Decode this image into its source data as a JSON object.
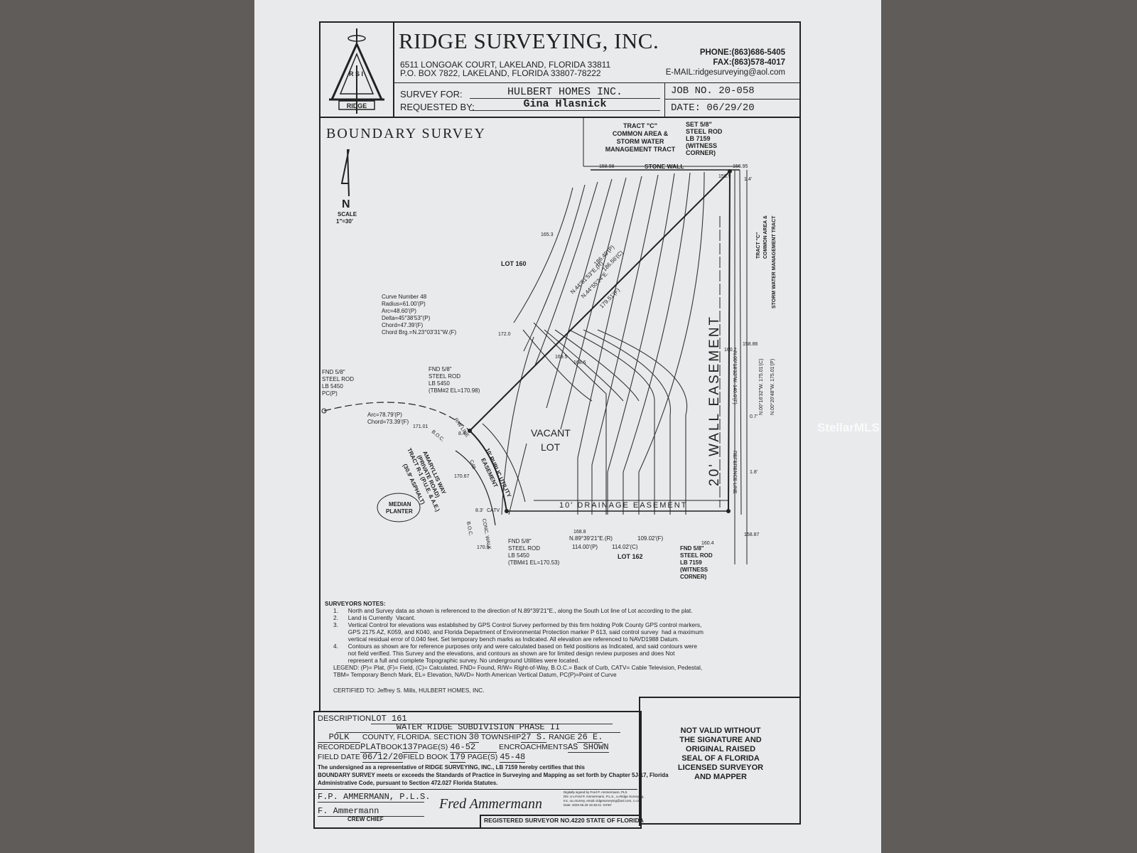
{
  "company": {
    "name": "RIDGE SURVEYING, INC.",
    "address1": "6511 LONGOAK COURT, LAKELAND, FLORIDA 33811",
    "address2": "P.O. BOX 7822, LAKELAND, FLORIDA 33807-78222",
    "phone": "PHONE:(863)686-5405",
    "fax": "FAX:(863)578-4017",
    "email": "E-MAIL:ridgesurveying@aol.com",
    "logo_word": "RIDGE",
    "logo_rs": "R S I"
  },
  "header": {
    "survey_for_label": "SURVEY FOR:",
    "survey_for": "HULBERT HOMES INC.",
    "requested_by_label": "REQUESTED BY:",
    "requested_by": "Gina Hlasnick",
    "job_no": "JOB NO. 20-058",
    "date": "DATE: 06/29/20"
  },
  "drawing": {
    "title": "BOUNDARY SURVEY",
    "north": "N",
    "scale_label": "SCALE",
    "scale": "1\"=30'",
    "tract_c_top": [
      "TRACT \"C\"",
      "COMMON AREA &",
      "STORM WATER",
      "MANAGEMENT TRACT"
    ],
    "set_rod": [
      "SET 5/8\"",
      "STEEL ROD",
      "LB 7159",
      "(WITNESS",
      "CORNER)"
    ],
    "stone_wall": "STONE WALL",
    "lot160": "LOT 160",
    "lot162": "LOT 162",
    "vacant": [
      "VACANT",
      "LOT"
    ],
    "wall_easement": "20' WALL EASEMENT",
    "drainage": "10' DRAINAGE EASEMENT",
    "reference_line": "REFERENCE LINE",
    "ref_bearing": "N.00°18'32\"W. 140.0'(F)",
    "tract_c_right": [
      "TRACT \"C\"",
      "COMMON AREA &",
      "STORM WATER MANAGEMENT TRACT"
    ],
    "right_dims": [
      "N.00°16'32\"W.  175.01'(C)",
      "N.00°20'48\"W.  175.01'(P)"
    ],
    "diag_dims": [
      "186.49'(P)",
      "186.56'(C)",
      "179.51'(F)",
      "N.44°51'53\"E.(R)",
      "N.44°55'24\"E."
    ],
    "curve": [
      "Curve Number 48",
      "Radius=61.00'(P)",
      "Arc=48.60'(P)",
      "Delta=45°38'53\"(P)",
      "Chord=47.39'(F)",
      "Chord Brg.=N.23°03'31\"W.(F)"
    ],
    "fnd_pc": [
      "FND 5/8\"",
      "STEEL ROD",
      "LB 5450",
      "PC(P)"
    ],
    "fnd_tbm2": [
      "FND 5/8\"",
      "STEEL ROD",
      "LB 5450",
      "(TBM#2 EL=170.98)"
    ],
    "fnd_tbm1": [
      "FND 5/8\"",
      "STEEL ROD",
      "LB 5450",
      "(TBM#1 EL=170.53)"
    ],
    "fnd_witness": [
      "FND 5/8\"",
      "STEEL ROD",
      "LB 7159",
      "(WITNESS",
      "CORNER)"
    ],
    "arc_chord": [
      "Arc=78.79'(P)",
      "Chord=73.39'(F)"
    ],
    "road": [
      "AMARYLLIS WAY",
      "(PRIVATE ROAD)",
      "TRACT R-1 (P.U.E. & A.E.)",
      "(30.9' ASPHALT)"
    ],
    "median": [
      "MEDIAN",
      "PLANTER"
    ],
    "pue": [
      "10' PUBLIC UTILITY",
      "EASEMENT"
    ],
    "bottom_dims": [
      "N.89°39'21\"E.(R)",
      "109.02'(F)",
      "114.00'(P)",
      "114.02'(C)"
    ],
    "labels": {
      "rw": "R/W LINE",
      "boc": "B.O.C.",
      "c48": "C48",
      "catv": "CATV",
      "conc": "CONC. WALK",
      "boc2": "B.O.C.",
      "d83": "8.3'",
      "d84": "8.4'"
    },
    "elev": [
      "158.98",
      "156.95",
      "158.9",
      "165.3",
      "172.0",
      "169.5",
      "168.6",
      "160.2",
      "158.86",
      "171.01",
      "170.67",
      "168.8",
      "170.8",
      "160.4",
      "158.87"
    ],
    "offsets": [
      "1.4'",
      "0.7'",
      "1.8'"
    ]
  },
  "notes": {
    "heading": "SURVEYORS NOTES:",
    "items": [
      "1.      North and Survey data as shown is referenced to the direction of N.89°39'21\"E., along the South Lot line of Lot according to the plat.",
      "2.      Land is Currently  Vacant.",
      "3.      Vertical Control for elevations was established by GPS Control Survey performed by this firm holding Polk County GPS control markers,",
      "         GPS 2175 AZ, K059, and K040, and Florida Department of Environmental Protection marker P 613, said control survey  had a maximum",
      "         vertical residual error of 0.040 feet. Set temporary bench marks as Indicated. All elevation are referenced to NAVD1988 Datum.",
      "4.      Contours as shown are for reference purposes only and were calculated based on field positions as Indicated, and said contours were",
      "         not field verified. This Survey and the elevations, and contours as shown are for limited design review purposes and does Not",
      "         represent a full and complete Topographic survey. No underground Utilities were located."
    ],
    "legend1": "LEGEND: (P)= Plat, (F)= Field, (C)= Calculated, FND= Found, R/W= Right-of-Way, B.O.C.= Back of Curb, CATV= Cable Television, Pedestal,",
    "legend2": "TBM= Temporary Bench Mark, EL= Elevation, NAVD= North American Vertical Datum, PC(P)=Point of Curve",
    "certified": "CERTIFIED TO: Jeffrey S. Mills, HULBERT HOMES, INC."
  },
  "description": {
    "desc_label": "DESCRIPTION",
    "desc": "LOT 161",
    "subdivision": "WATER RIDGE SUBDIVISION PHASE II",
    "county": "POLK",
    "county_rest": "COUNTY, FLORIDA.  SECTION",
    "section": "30",
    "township_label": "TOWNSHIP",
    "township": "27 S.",
    "range_label": "RANGE",
    "range": "26 E.",
    "recorded_label": "RECORDED",
    "recorded": "PLAT",
    "book_label": "BOOK",
    "book": "137",
    "pages_label": "PAGE(S)",
    "pages": "46-52",
    "encroach_label": "ENCROACHMENTS",
    "encroach": "AS SHOWN",
    "field_date_label": "FIELD DATE",
    "field_date": "06/12/20",
    "field_book_label": "FIELD BOOK",
    "field_book": "179",
    "field_pages_label": "PAGE(S)",
    "field_pages": "45-48",
    "cert1": "The undersigned as a representative of RIDGE SURVEYING, INC., LB 7159 hereby certifies that this",
    "cert2": "BOUNDARY SURVEY meets or exceeds the Standards of Practice in Surveying and Mapping as set forth by Chapter 5J-17, Florida",
    "cert3": "Administrative Code, pursuant to Section 472.027 Florida Statutes.",
    "pls": "F.P. AMMERMANN, P.L.S.",
    "crew": "F. Ammermann",
    "crew_label": "CREW CHIEF",
    "signature": "Fred Ammermann",
    "digital": [
      "Digitally signed by Fred P. Ammermann, PLS",
      "DN: cn=Fred P. Ammermann, P.L.S., o=Ridge Surveying,",
      "Inc, ou=Survey, email=ridgesurveying@aol.com, c=US",
      "Date: 2020.06.29 16:48:41 -04'00'"
    ],
    "registered": "REGISTERED SURVEYOR NO.4220   STATE OF FLORIDA",
    "not_valid": [
      "NOT VALID WITHOUT",
      "THE SIGNATURE AND",
      "ORIGINAL RAISED",
      "SEAL OF A FLORIDA",
      "LICENSED SURVEYOR",
      "AND MAPPER"
    ]
  },
  "watermark": "StellarMLS"
}
